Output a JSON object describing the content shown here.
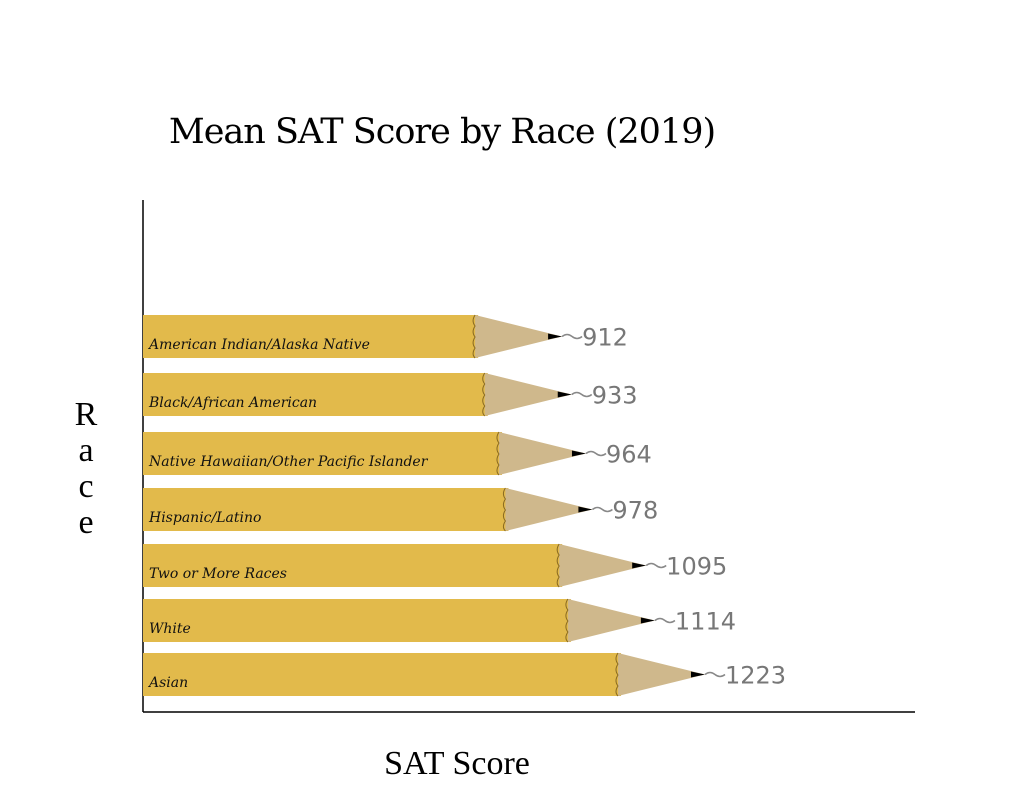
{
  "chart_data": {
    "type": "bar",
    "orientation": "horizontal",
    "title": "Mean SAT Score by Race (2019)",
    "xlabel": "SAT Score",
    "ylabel": "Race",
    "categories": [
      "American Indian/Alaska Native",
      "Black/African American",
      "Native Hawaiian/Other Pacific Islander",
      "Hispanic/Latino",
      "Two or More Races",
      "White",
      "Asian"
    ],
    "values": [
      912,
      933,
      964,
      978,
      1095,
      1114,
      1223
    ],
    "xlim": [
      0,
      1223
    ],
    "grid": false,
    "colors": {
      "body": "#e2ba4b",
      "wood": "#cfb88c",
      "lead": "#000000"
    }
  }
}
